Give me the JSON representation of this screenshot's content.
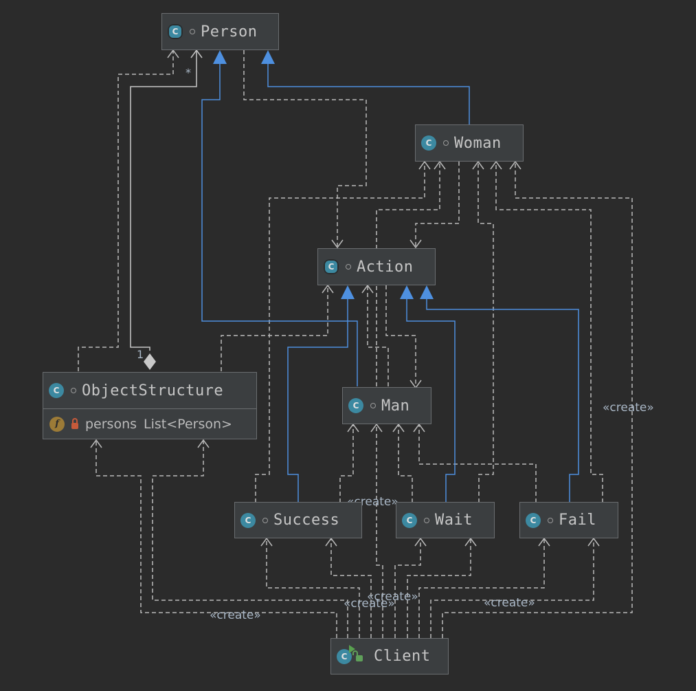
{
  "nodes": {
    "person": {
      "name": "Person",
      "icon": "class-abstract-icon"
    },
    "woman": {
      "name": "Woman",
      "icon": "class-icon"
    },
    "action": {
      "name": "Action",
      "icon": "class-abstract-icon"
    },
    "object_structure": {
      "name": "ObjectStructure",
      "icon": "class-icon",
      "field": {
        "name": "persons",
        "type": "List<Person>",
        "icon": "field-icon",
        "access": "private"
      }
    },
    "man": {
      "name": "Man",
      "icon": "class-icon"
    },
    "success": {
      "name": "Success",
      "icon": "class-icon"
    },
    "wait": {
      "name": "Wait",
      "icon": "class-icon"
    },
    "fail": {
      "name": "Fail",
      "icon": "class-icon"
    },
    "client": {
      "name": "Client",
      "icon": "class-runnable-icon"
    }
  },
  "labels": {
    "create_right": "«create»",
    "create_mid": "«create»",
    "create_client_left": "«create»",
    "create_client_center1": "«create»",
    "create_client_center2": "«create»",
    "create_client_right": "«create»",
    "mult_many": "*",
    "mult_one": "1"
  },
  "colors": {
    "background": "#2b2b2b",
    "dependency": "#bbbbbb",
    "inheritance": "#4e90e0",
    "association": "#c8c8c8"
  }
}
